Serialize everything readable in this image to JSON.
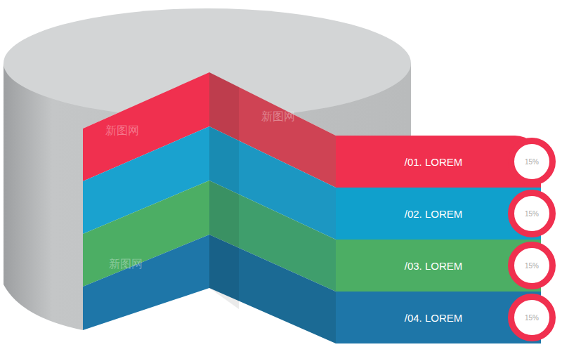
{
  "diagram": {
    "nodes": [
      {
        "text": [
          "/01. LOREM"
        ]
      },
      {
        "text": [
          "15%"
        ],
        "in": 0
      },
      {
        "text": [
          "/02. LOREM"
        ]
      },
      {
        "text": [
          "15%"
        ],
        "in": 2
      },
      {
        "text": [
          "/03. LOREM"
        ]
      },
      {
        "text": [
          "15%"
        ],
        "in": 4
      },
      {
        "text": [
          "/04. LOREM"
        ]
      },
      {
        "text": [
          "15%"
        ],
        "in": 6
      }
    ],
    "labels": [
      "新图网",
      "新图网",
      "新图网",
      "新图网"
    ]
  }
}
